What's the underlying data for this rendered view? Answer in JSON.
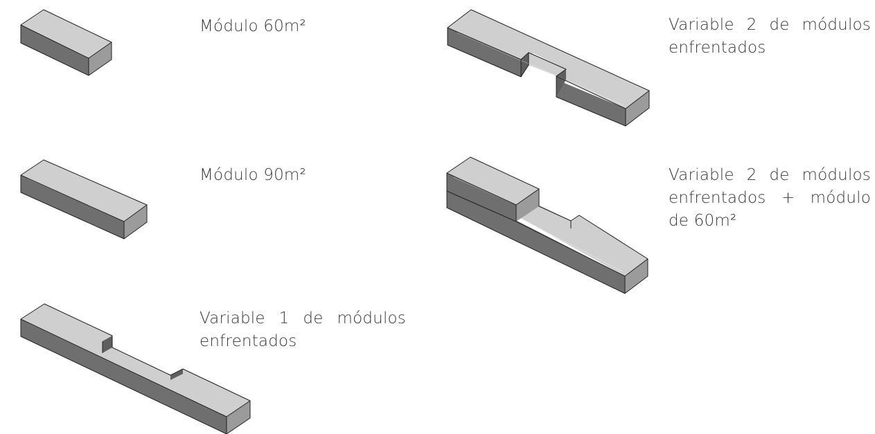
{
  "captions": {
    "module_60": "Módulo 60m²",
    "module_90": "Módulo 90m²",
    "variable_1_line1": "Variable 1 de módulos",
    "variable_1_line2": "enfrentados",
    "variable_2_line1": "Variable 2 de módulos",
    "variable_2_line2": "enfrentados",
    "variable_2b_line1": "Variable 2 de módulos",
    "variable_2b_line2": "enfrentados + módulo",
    "variable_2b_line3": "de 60m²"
  },
  "colors": {
    "top": "#cfcfcf",
    "front": "#6f6f6f",
    "side": "#9b9b9b",
    "edge": "#222222",
    "text": "#3a3a3a"
  }
}
